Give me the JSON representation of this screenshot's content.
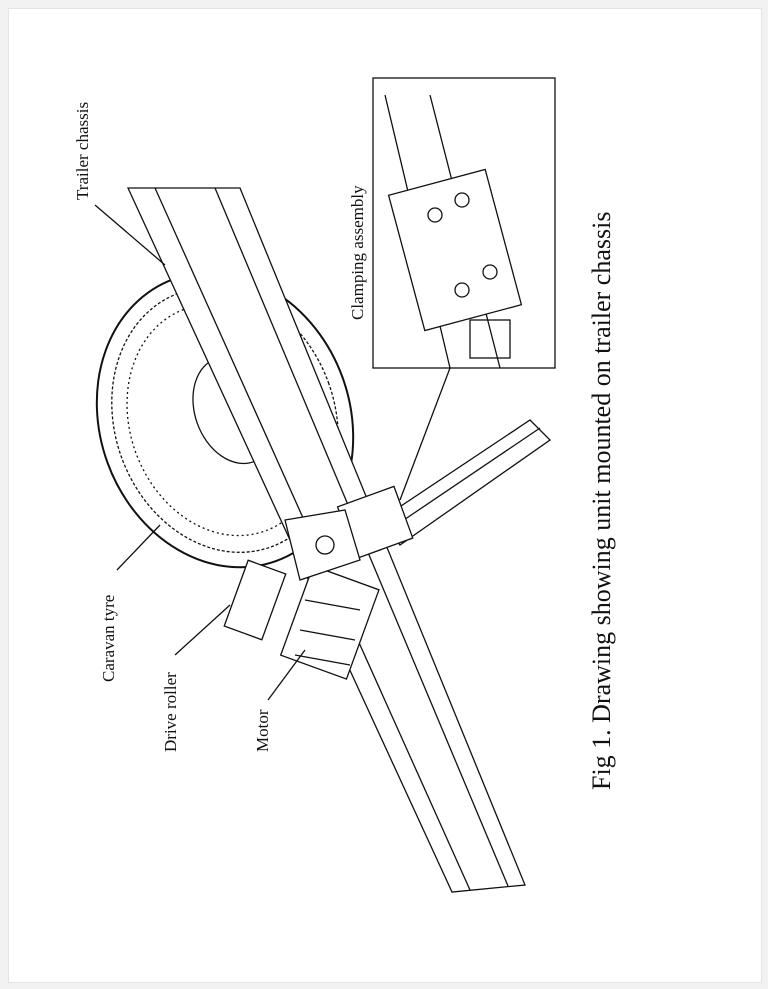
{
  "figure": {
    "caption": "Fig 1.   Drawing showing unit mounted on trailer chassis",
    "labels": {
      "trailer_chassis": "Trailer chassis",
      "clamping_assembly": "Clamping assembly",
      "caravan_tyre": "Caravan tyre",
      "drive_roller": "Drive roller",
      "motor": "Motor"
    }
  }
}
